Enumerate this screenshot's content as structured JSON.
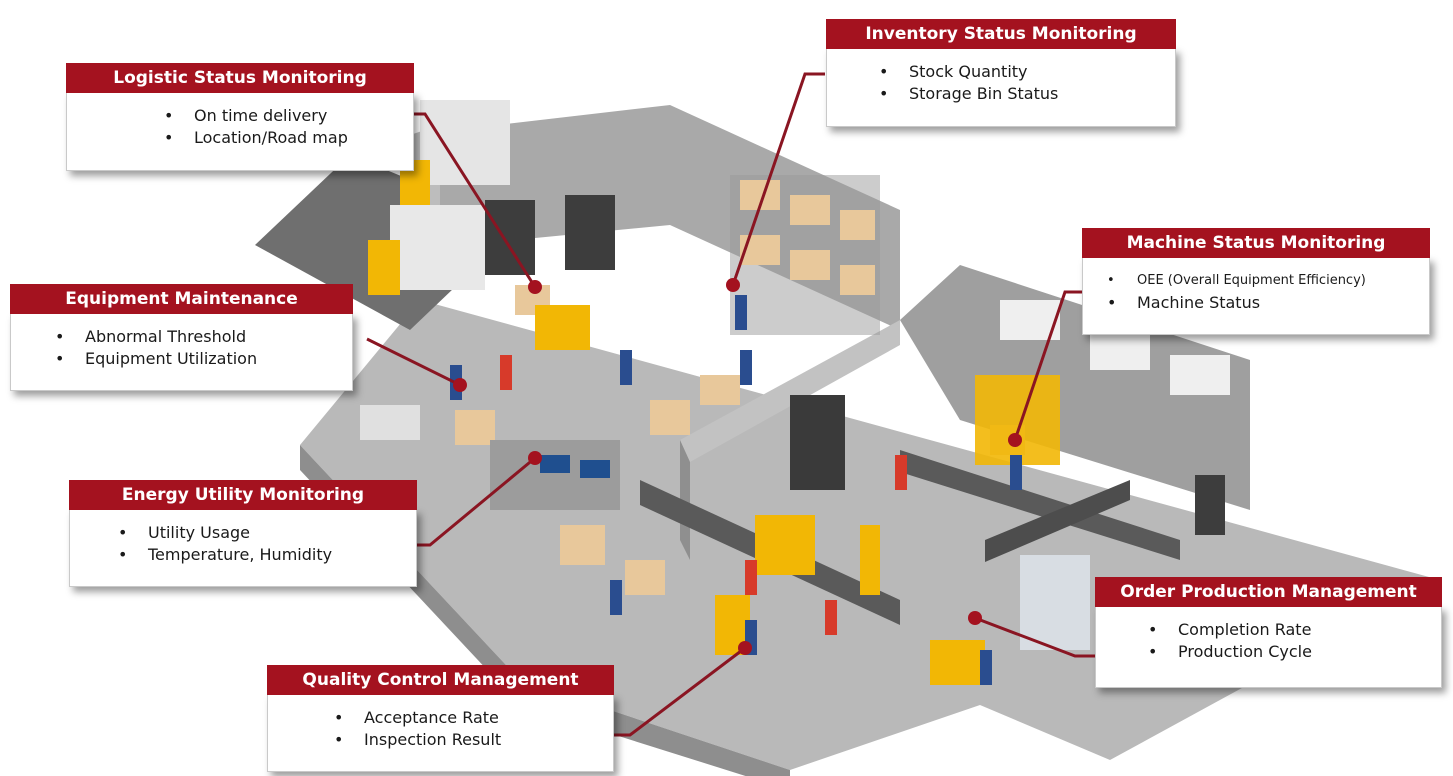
{
  "colors": {
    "accent": "#a4121f",
    "leader_line": "#8a1522",
    "floor": "#b9b9b9",
    "wall": "#a9a9a9",
    "box": "#e8c89b",
    "machine": "#f2b705"
  },
  "callouts": [
    {
      "title": "Logistic Status Monitoring",
      "items": [
        "On time delivery",
        "Location/Road map"
      ]
    },
    {
      "title": "Inventory Status Monitoring",
      "items": [
        "Stock Quantity",
        "Storage Bin Status"
      ]
    },
    {
      "title": "Machine Status Monitoring",
      "items": [
        "OEE (Overall Equipment Efficiency)",
        "Machine Status"
      ]
    },
    {
      "title": "Equipment Maintenance",
      "items": [
        "Abnormal Threshold",
        "Equipment Utilization"
      ]
    },
    {
      "title": "Energy Utility Monitoring",
      "items": [
        "Utility Usage",
        "Temperature, Humidity"
      ]
    },
    {
      "title": "Order Production Management",
      "items": [
        "Completion Rate",
        "Production Cycle"
      ]
    },
    {
      "title": "Quality Control Management",
      "items": [
        "Acceptance Rate",
        "Inspection Result"
      ]
    }
  ]
}
